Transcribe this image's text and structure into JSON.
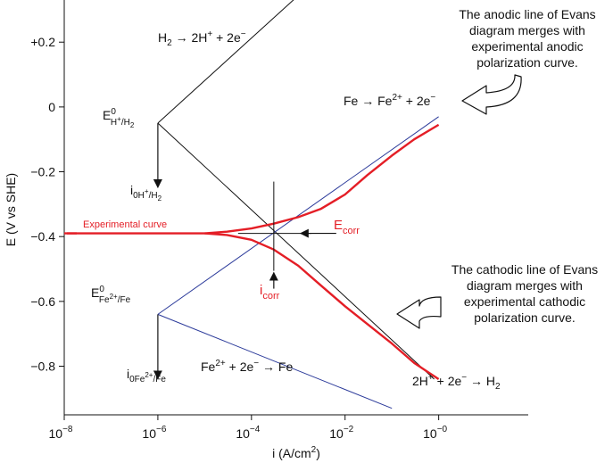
{
  "chart_data": {
    "type": "line",
    "xlabel": "i (A/cm",
    "xlabel_sup": "2",
    "xlabel_end": ")",
    "ylabel": "E (V vs SHE)",
    "x_scale": "log",
    "xlim_exponent": [
      -8,
      0
    ],
    "ylim": [
      -0.95,
      0.33
    ],
    "grid": false,
    "x_ticks": [
      {
        "value": 1e-08,
        "base": "10",
        "exp": "−8"
      },
      {
        "value": 1e-06,
        "base": "10",
        "exp": "−6"
      },
      {
        "value": 0.0001,
        "base": "10",
        "exp": "−4"
      },
      {
        "value": 0.01,
        "base": "10",
        "exp": "−2"
      },
      {
        "value": 1.0,
        "base": "10",
        "exp": "−0"
      }
    ],
    "y_ticks": [
      {
        "value": 0.2,
        "label": "+0.2"
      },
      {
        "value": 0.0,
        "label": "0"
      },
      {
        "value": -0.2,
        "label": "−0.2"
      },
      {
        "value": -0.4,
        "label": "−0.4"
      },
      {
        "value": -0.6,
        "label": "−0.6"
      },
      {
        "value": -0.8,
        "label": "−0.8"
      }
    ],
    "series": [
      {
        "key": "h2_anodic",
        "color": "#111111",
        "x": [
          1e-06,
          0.001
        ],
        "y": [
          -0.05,
          0.35
        ]
      },
      {
        "key": "h2_cathodic",
        "color": "#111111",
        "x": [
          1e-06,
          0.8
        ],
        "y": [
          -0.05,
          -0.84
        ]
      },
      {
        "key": "fe_anodic",
        "color": "#2b3a9a",
        "x": [
          1e-06,
          1.0
        ],
        "y": [
          -0.64,
          -0.03
        ]
      },
      {
        "key": "fe_cathodic",
        "color": "#2b3a9a",
        "x": [
          1e-06,
          0.1
        ],
        "y": [
          -0.64,
          -0.93
        ]
      },
      {
        "name": "Experimental curve",
        "key": "exp_anodic",
        "color": "#e41e26",
        "x": [
          1e-08,
          1e-06,
          1e-05,
          3e-05,
          0.0001,
          0.0003,
          0.001,
          0.003,
          0.01,
          0.03,
          0.1,
          0.3,
          1.0
        ],
        "y": [
          -0.39,
          -0.39,
          -0.39,
          -0.385,
          -0.375,
          -0.36,
          -0.34,
          -0.315,
          -0.27,
          -0.21,
          -0.15,
          -0.1,
          -0.055
        ]
      },
      {
        "name": "Experimental curve",
        "key": "exp_cathodic",
        "color": "#e41e26",
        "x": [
          1e-05,
          3e-05,
          0.0001,
          0.0003,
          0.001,
          0.003,
          0.01,
          0.03,
          0.1,
          0.3,
          1.0
        ],
        "y": [
          -0.39,
          -0.395,
          -0.41,
          -0.44,
          -0.49,
          -0.55,
          -0.615,
          -0.67,
          -0.73,
          -0.79,
          -0.84
        ]
      }
    ],
    "crosshair": {
      "x": 0.0003,
      "y": -0.39
    },
    "points": [
      {
        "key": "h2_eq",
        "x": 1e-06,
        "y": -0.05
      },
      {
        "key": "fe_eq",
        "x": 1e-06,
        "y": -0.64
      }
    ],
    "annotations": {
      "h2_anodic_reaction": {
        "a": "H",
        "a_sub": "2",
        "b": " → 2H",
        "b_sup": "+",
        "c": " + 2e",
        "c_sup": "−"
      },
      "fe_anodic_reaction": {
        "a": "Fe → Fe",
        "a_sup": "2+",
        "b": " + 2e",
        "b_sup": "−"
      },
      "fe_cathodic_reaction": {
        "a": "Fe",
        "a_sup": "2+",
        "b": " + 2e",
        "b_sup": "−",
        "c": " → Fe"
      },
      "h2_cathodic_reaction": {
        "a": "2H",
        "a_sup": "+",
        "b": " + 2e",
        "b_sup": "−",
        "c": " → H",
        "c_sub": "2"
      },
      "e0_h": {
        "main": "E",
        "sup": "0",
        "sub": "H",
        "sub_sup": "+",
        "sub_rest": "/H",
        "sub_sub": "2"
      },
      "e0_fe": {
        "main": "E",
        "sup": "0",
        "sub": "Fe",
        "sub_sup": "2+",
        "sub_rest": "/Fe"
      },
      "i0_h": {
        "main": "i",
        "sub": "0H",
        "sub_sup": "+",
        "sub_rest": "/H",
        "sub_sub": "2"
      },
      "i0_fe": {
        "main": "i",
        "sub": "0Fe",
        "sub_sup": "2+",
        "sub_rest": "/Fe"
      },
      "e_corr": {
        "main": "E",
        "sub": "corr"
      },
      "i_corr": {
        "main": "i",
        "sub": "corr"
      },
      "experimental_curve_label": "Experimental curve",
      "anodic_note": [
        "The anodic line of Evans",
        "diagram merges with",
        "experimental anodic",
        "polarization curve."
      ],
      "cathodic_note": [
        "The cathodic line of Evans",
        "diagram merges with",
        "experimental cathodic",
        "polarization curve."
      ]
    }
  }
}
